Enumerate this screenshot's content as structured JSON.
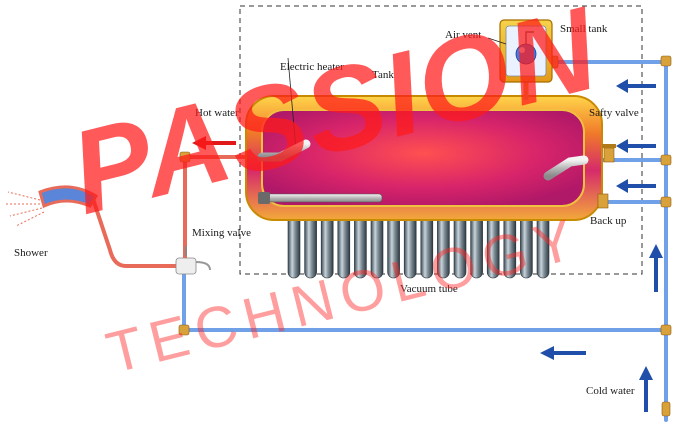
{
  "labels": {
    "air_vent": "Air vent",
    "small_tank": "Small tank",
    "electric_heater": "Electric heater",
    "tank": "Tank",
    "hot_water": "Hot water",
    "safty_valve": "Safty valve",
    "shower": "Shower",
    "mixing_valve": "Mixing valve",
    "back_up": "Back up",
    "vacuum_tube": "Vacuum tube",
    "cold_water": "Cold water"
  },
  "watermark": {
    "main": "PASSION",
    "sub": "TECHNOLOGY"
  },
  "colors": {
    "cold_pipe": "#6fa0e8",
    "hot_pipe": "#e86b5a",
    "flow_arrow_blue": "#1f4fa8",
    "flow_arrow_red": "#e01818",
    "tank_frame": "#e8a800",
    "watermark": "#ff1a1a"
  },
  "vacuum_tube_count": 16
}
